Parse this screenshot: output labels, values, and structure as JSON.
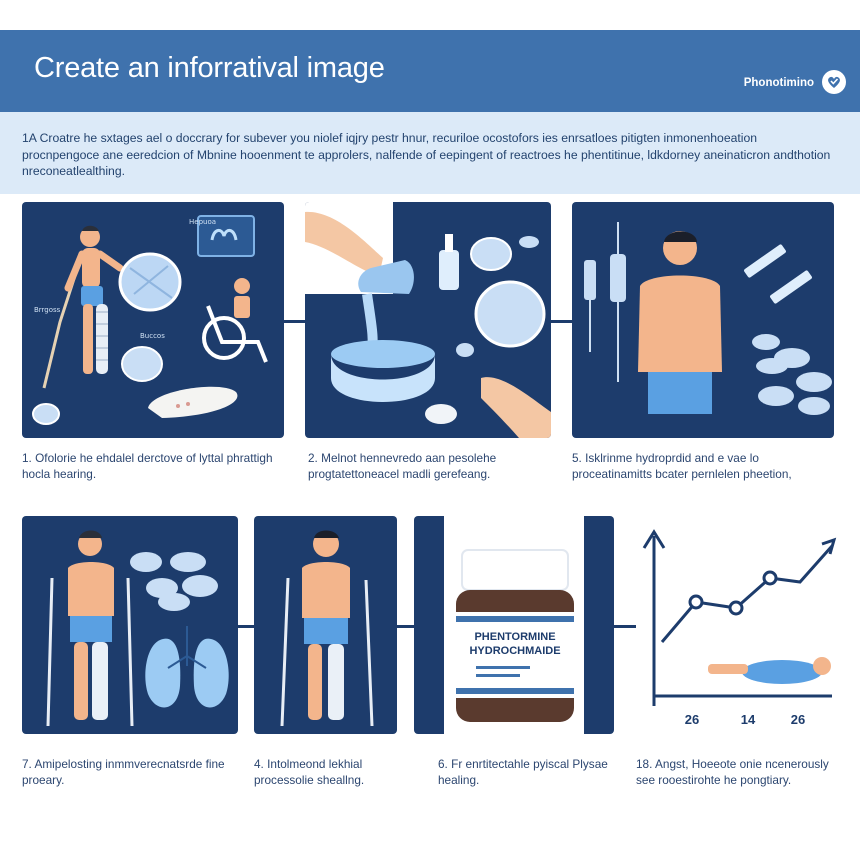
{
  "header": {
    "title": "Create an inforratival image",
    "brand": "Phonotimino"
  },
  "intro": {
    "text": "1A Croatre he sxtages ael o doccrary for subever you niolef iqjry pestr hnur, recuriloe ocostofors ies enrsatloes pitigten inmonenhoeation procnpengoce ane eeredcion of Mbnine hooenment te approlers, nalfende of eepingent of reactroes he phentitinue, ldkdorney aneinaticron andthotion nreconeatlealthing."
  },
  "captions": [
    {
      "text": "1. Ofolorie he ehdalel derctove of lyttal phrattigh hocla hearing."
    },
    {
      "text": "2. Melnot hennevredo aan pesolehe progtatettoneacel madli gerefeang."
    },
    {
      "text": "5. Isklrinme hydroprdid and e vae lo proceatinamitts bcater pernlelen pheetion,"
    },
    {
      "text": "7. Amipelosting inmmverecnatsrde fine proeary."
    },
    {
      "text": "4. Intolmeond lekhial processolie sheallng."
    },
    {
      "text": "6. Fr enrtitectahle pyiscal Plysae healing."
    },
    {
      "text": "18. Angst, Hoeeote onie ncenerously see rooestirohte he pongtiary."
    }
  ],
  "bottle": {
    "label_line1": "PHENTORMINE",
    "label_line2": "HYDROCHMAIDE"
  },
  "graph": {
    "tick_labels": [
      "26",
      "14",
      "26"
    ]
  },
  "colors": {
    "header": "#3f72ad",
    "panel": "#1d3c6c",
    "intro_bg": "#dceaf8",
    "pill": "#c9def5",
    "skin": "#f3b58c",
    "shorts": "#5aa0e2"
  }
}
